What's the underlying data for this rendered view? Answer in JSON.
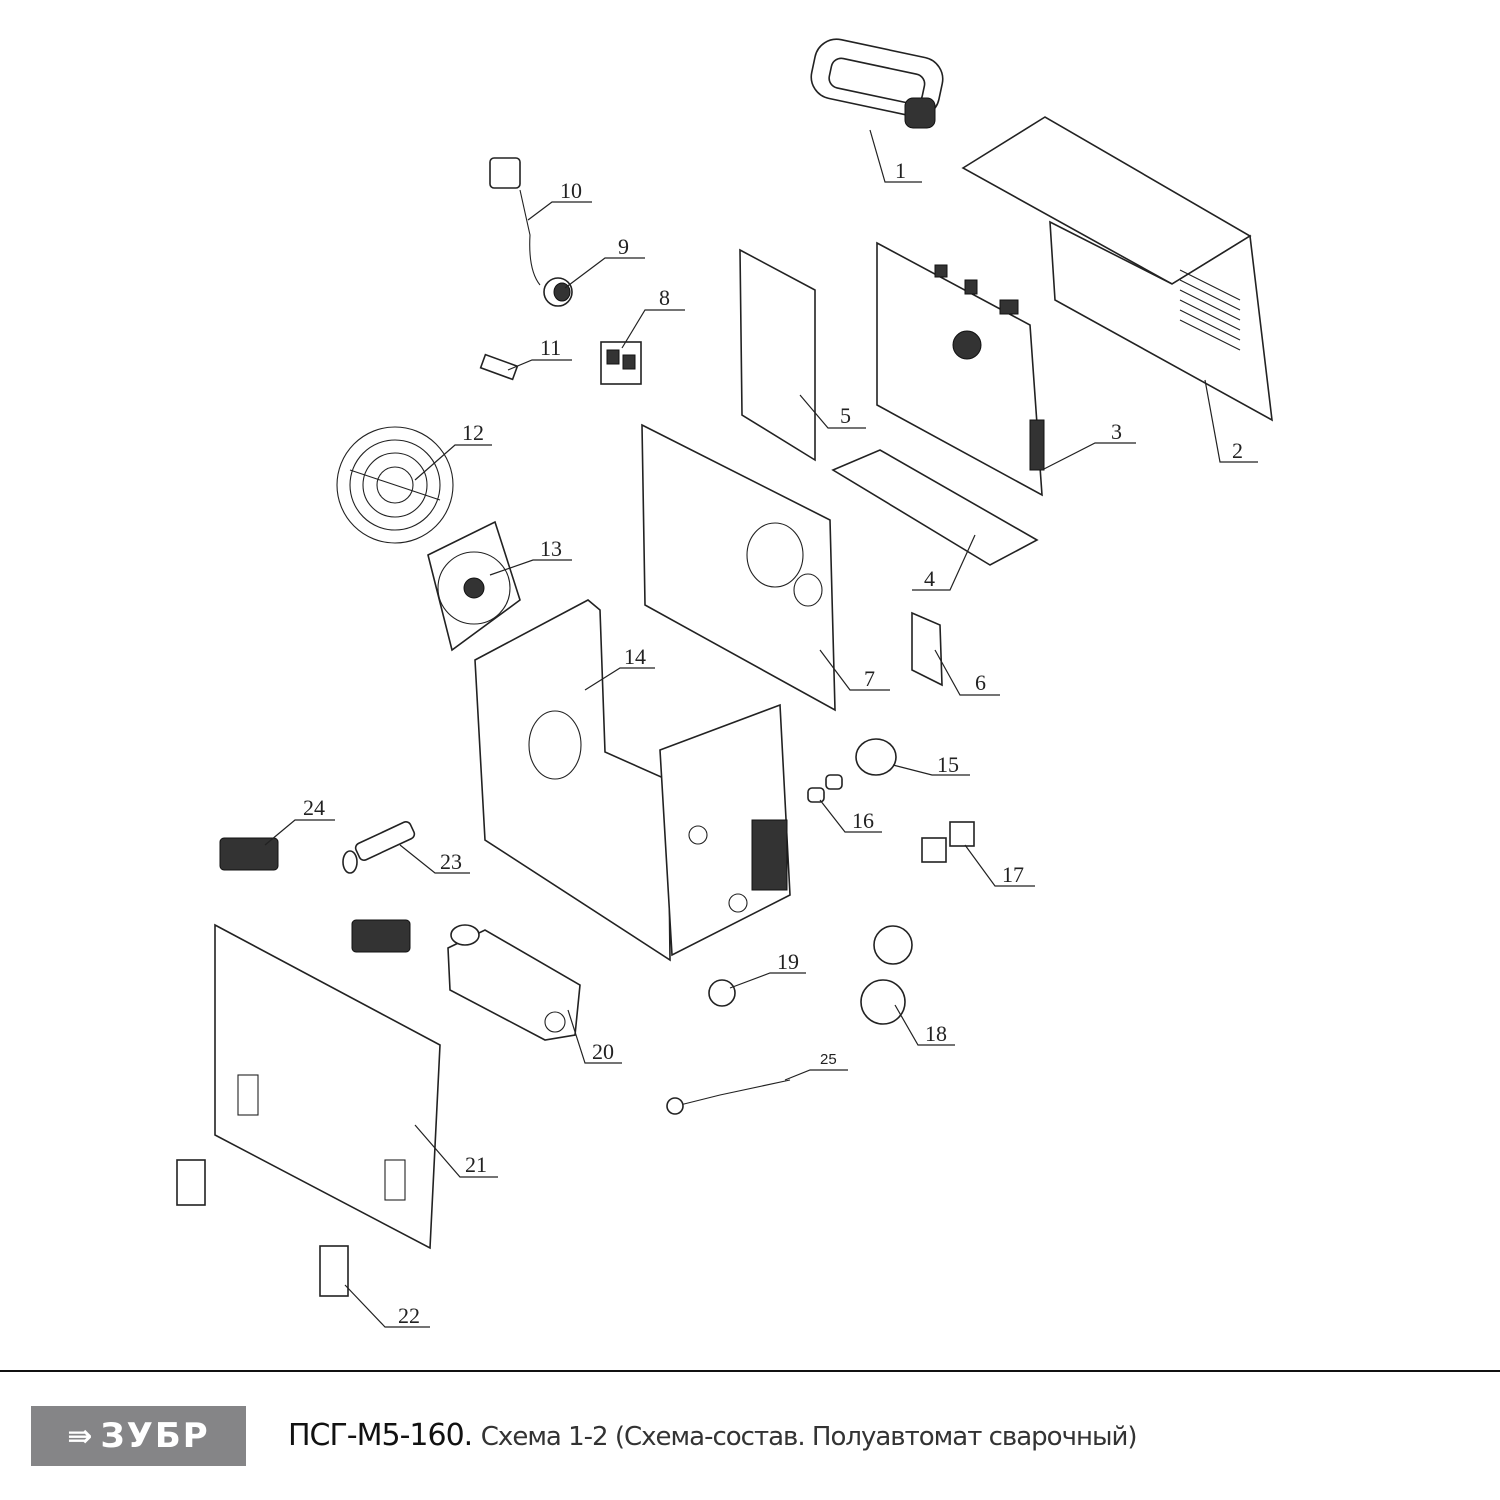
{
  "diagram": {
    "callouts": [
      "1",
      "2",
      "3",
      "4",
      "5",
      "6",
      "7",
      "8",
      "9",
      "10",
      "11",
      "12",
      "13",
      "14",
      "15",
      "16",
      "17",
      "18",
      "19",
      "20",
      "21",
      "22",
      "23",
      "24",
      "25"
    ]
  },
  "footer": {
    "brand": "ЗУБР",
    "model": "ПСГ-М5-160.",
    "description": "Схема 1-2 (Схема-состав. Полуавтомат сварочный)"
  },
  "colors": {
    "logo_bg": "#858587",
    "ink": "#222222"
  }
}
